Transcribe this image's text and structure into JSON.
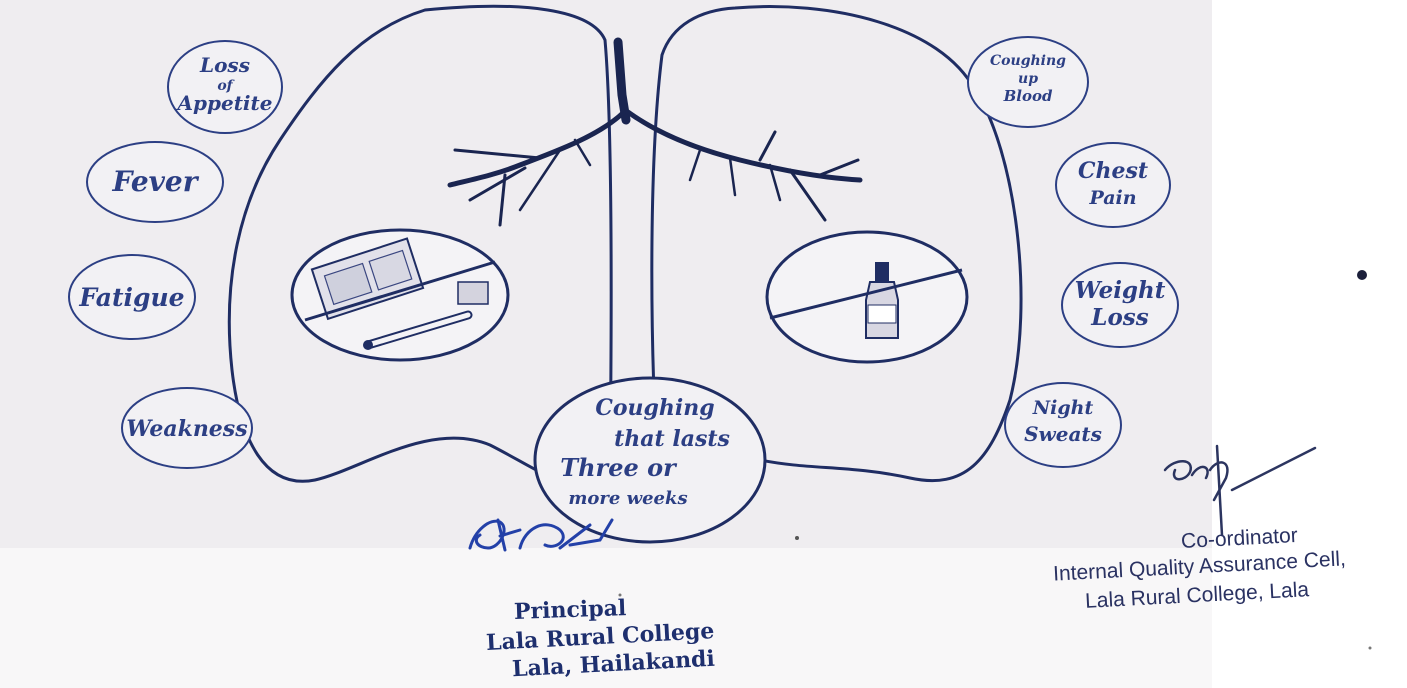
{
  "symptoms": {
    "loss_of_appetite": [
      "Loss",
      "of",
      "Appetite"
    ],
    "fever": "Fever",
    "fatigue": "Fatigue",
    "weakness": "Weakness",
    "coughing_up_blood": [
      "Coughing",
      "up",
      "Blood"
    ],
    "chest_pain": [
      "Chest",
      "Pain"
    ],
    "weight_loss": [
      "Weight",
      "Loss"
    ],
    "night_sweats": [
      "Night",
      "Sweats"
    ],
    "cough": [
      "Coughing",
      "that lasts",
      "Three or",
      "more weeks"
    ]
  },
  "principal_stamp": {
    "title": "Principal",
    "line2": "Lala Rural College",
    "line3": "Lala, Hailakandi"
  },
  "coordinator_block": {
    "title": "Co-ordinator",
    "line2": "Internal Quality Assurance Cell,",
    "line3": "Lala Rural College, Lala"
  },
  "colors": {
    "ink": "#2c3f84",
    "outline": "#1f2d63",
    "bronchi": "#1a2550",
    "background_panel": "#eeecef"
  }
}
